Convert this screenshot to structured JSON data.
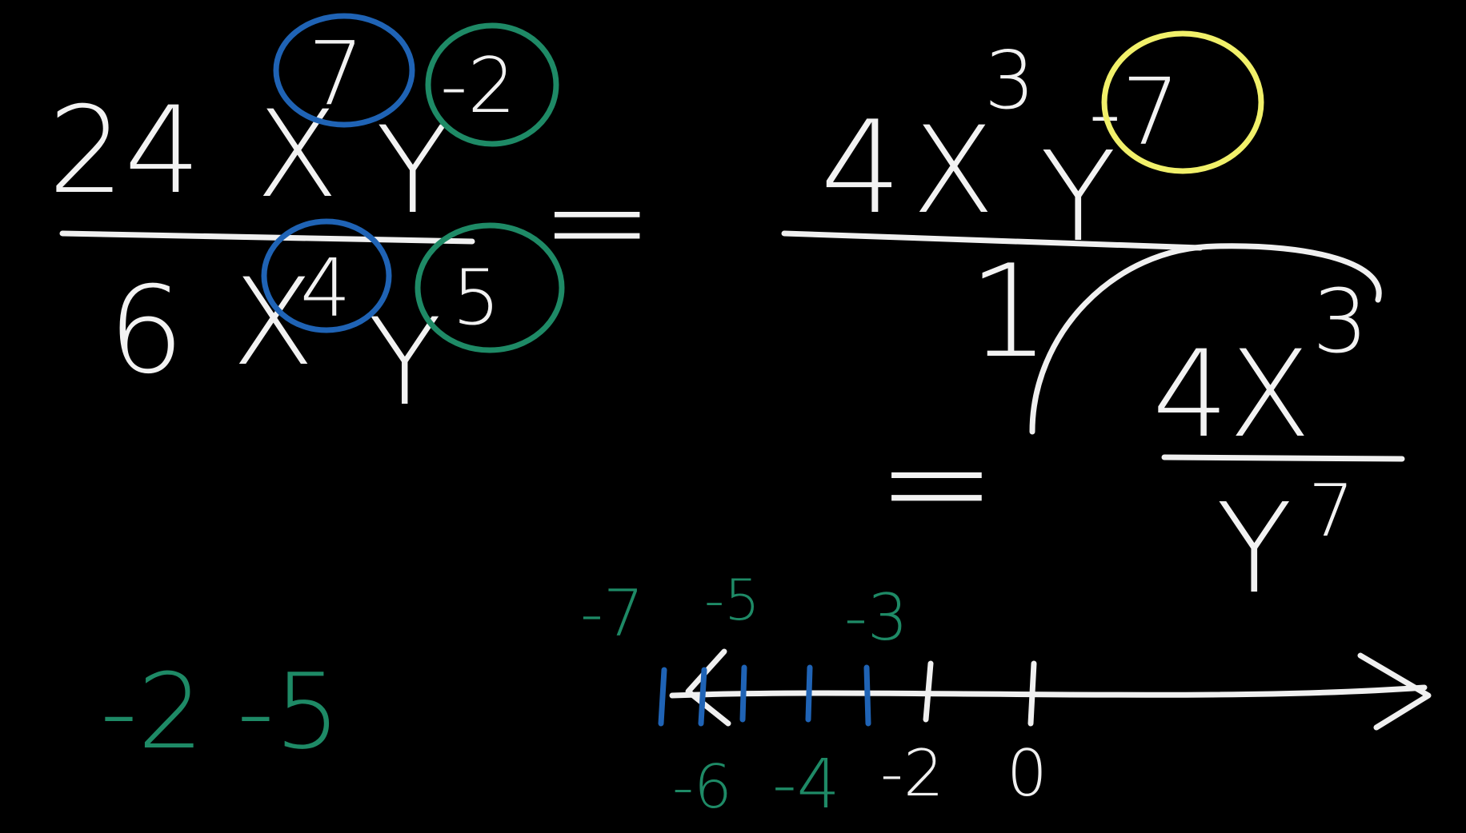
{
  "left_fraction": {
    "numerator": {
      "coefficient": "24",
      "x": "X",
      "x_exp": "7",
      "y": "Y",
      "y_exp": "-2"
    },
    "denominator": {
      "coefficient": "6",
      "x": "X",
      "x_exp": "4",
      "y": "Y",
      "y_exp": "5"
    },
    "equals": "="
  },
  "middle_fraction": {
    "numerator": {
      "coefficient": "4",
      "x": "X",
      "x_exp": "3",
      "y": "Y",
      "y_exp": "-7"
    },
    "denominator": "1"
  },
  "result": {
    "equals": "=",
    "numerator": "4X",
    "numerator_exp": "3",
    "denominator": "Y",
    "denominator_exp": "7"
  },
  "subtraction": "-2 -5",
  "number_line": {
    "top_labels": [
      "-7",
      "-5",
      "-3"
    ],
    "bottom_labels_green": [
      "-6",
      "-4"
    ],
    "bottom_labels_white": [
      "-2",
      "0"
    ]
  },
  "colors": {
    "background": "#000000",
    "chalk_white": "#f0f0f0",
    "blue": "#1f63b5",
    "green": "#1e8a66",
    "yellow": "#f1f06a"
  }
}
